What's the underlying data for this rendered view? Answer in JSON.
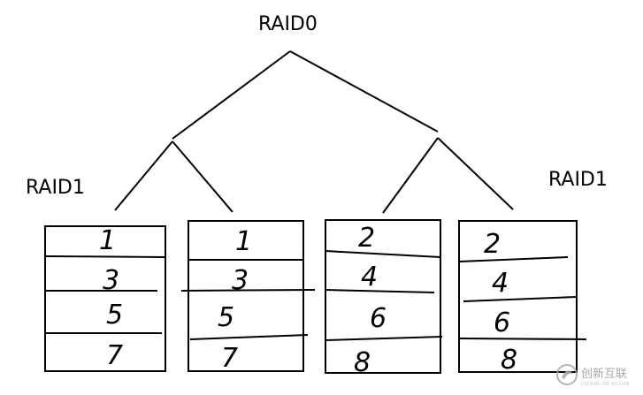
{
  "diagram": {
    "root_label": "RAID0",
    "left_label": "RAID1",
    "right_label": "RAID1",
    "disks": [
      {
        "blocks": [
          "1",
          "3",
          "5",
          "7"
        ]
      },
      {
        "blocks": [
          "1",
          "3",
          "5",
          "7"
        ]
      },
      {
        "blocks": [
          "2",
          "4",
          "6",
          "8"
        ]
      },
      {
        "blocks": [
          "2",
          "4",
          "6",
          "8"
        ]
      }
    ]
  },
  "watermark": {
    "text": "创新互联",
    "subtext": "CHUANG XIN HU LIAN",
    "icon": "logo-icon"
  }
}
